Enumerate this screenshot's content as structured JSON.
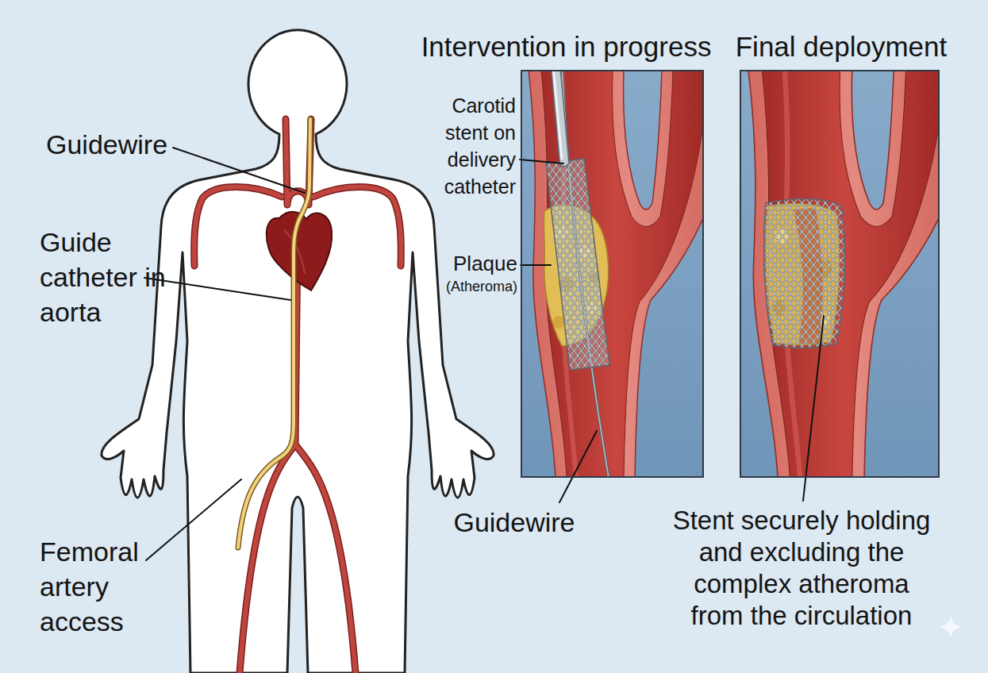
{
  "diagram": {
    "nodes": [
      {
        "text": [
          "Intervention in progress"
        ]
      },
      {
        "text": [
          "Final deployment"
        ]
      }
    ],
    "labels": [
      "Guidewire",
      "Guide catheter in aorta",
      "Femoral artery access",
      "Carotid stent on delivery catheter",
      "Plaque",
      "(Atheroma)",
      "Guidewire",
      "Stent securely holding and excluding the complex atheroma from the circulation"
    ]
  }
}
